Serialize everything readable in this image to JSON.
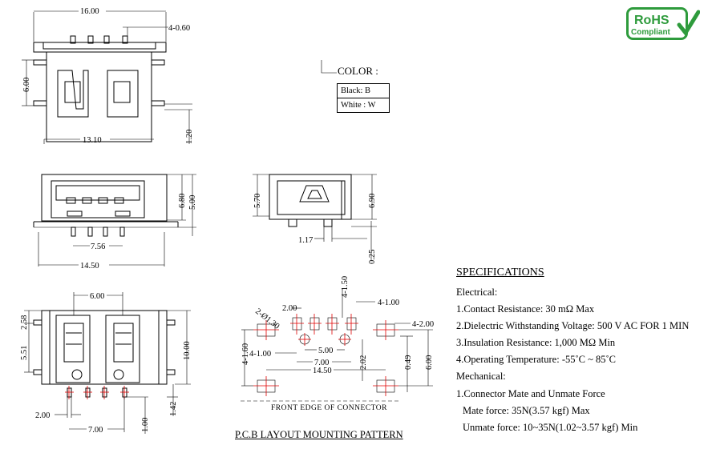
{
  "logo": {
    "line1": "RoHS",
    "line2": "Compliant",
    "color": "#2e9b3c"
  },
  "color_table": {
    "heading": "COLOR :",
    "rows": [
      "Black: B",
      "White : W"
    ]
  },
  "top_view": {
    "dims": [
      "16.00",
      "4-0.60",
      "6.00",
      "13.10",
      "1.20"
    ]
  },
  "front_view": {
    "dims": [
      "6.80",
      "7.56",
      "5.00",
      "14.50"
    ]
  },
  "side_view": {
    "dims": [
      "5.70",
      "6.90",
      "1.17",
      "0.25"
    ]
  },
  "bottom_view": {
    "dims": [
      "6.00",
      "2.58",
      "5.51",
      "10.00",
      "1.42",
      "2.00",
      "7.00",
      "1.00"
    ]
  },
  "pcb_layout": {
    "dims": [
      "4-1.50",
      "4-1.00",
      "4-2.00",
      "2.00",
      "2-Ø1.30",
      "4-1.60",
      "4-1.00",
      "5.00",
      "7.00",
      "14.50",
      "2.02",
      "0.49",
      "6.00"
    ],
    "edge_label": "FRONT EDGE OF CONNECTOR",
    "caption": "P.C.B LAYOUT MOUNTING PATTERN",
    "accent": "#e00000"
  },
  "specifications": {
    "title": "SPECIFICATIONS",
    "lines": [
      "Electrical:",
      "1.Contact Resistance: 30 mΩ Max",
      "2.Dielectric Withstanding Voltage: 500 V AC FOR 1 MIN",
      "3.Insulation Resistance: 1,000 MΩ Min",
      "4.Operating Temperature: -55˚C ~ 85˚C",
      "Mechanical:",
      "1.Connector Mate and Unmate Force",
      "Mate force: 35N(3.57 kgf) Max",
      "Unmate force: 10~35N(1.02~3.57 kgf) Min"
    ]
  }
}
